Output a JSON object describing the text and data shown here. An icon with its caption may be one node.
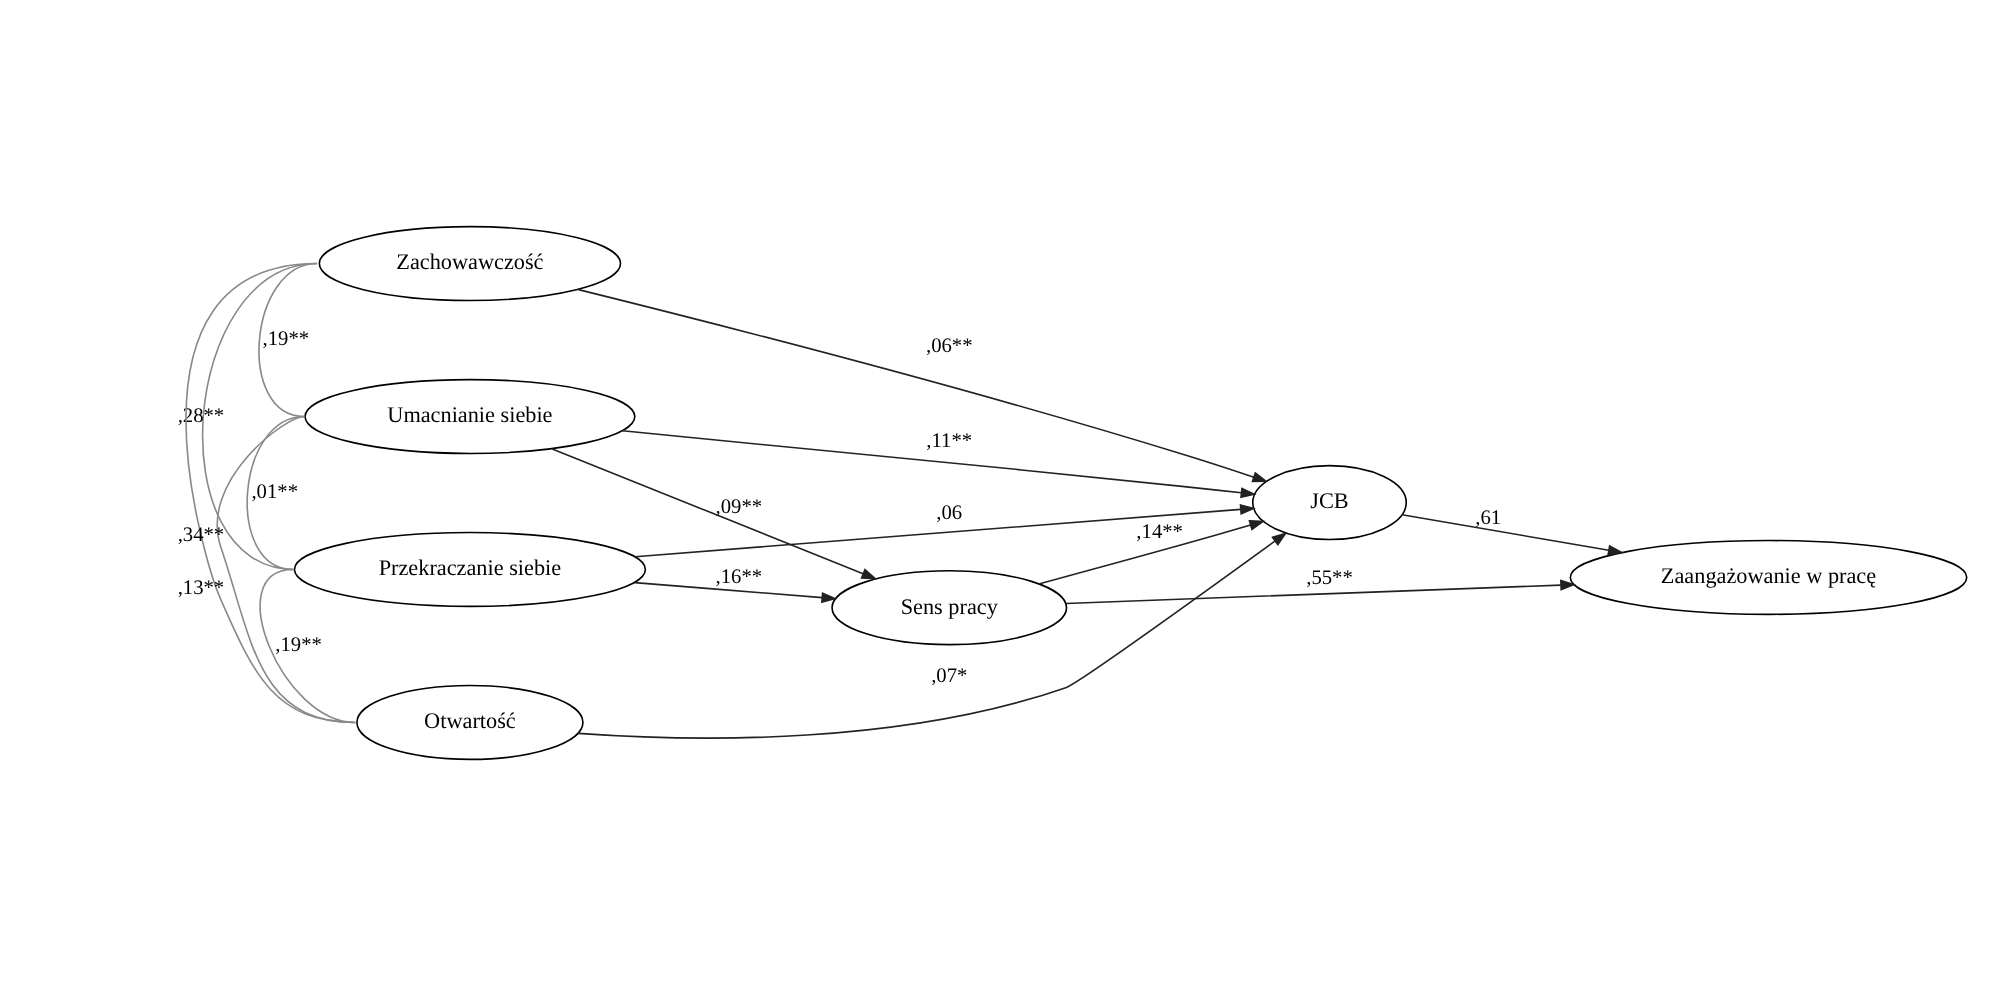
{
  "diagram": {
    "nodes": [
      {
        "text": [
          "Zachowawczość"
        ]
      },
      {
        "text": [
          "Umacnianie siebie"
        ]
      },
      {
        "text": [
          "Przekraczanie siebie"
        ]
      },
      {
        "text": [
          "Otwartość"
        ]
      },
      {
        "text": [
          "Sens pracy"
        ]
      },
      {
        "text": [
          "JCB"
        ]
      },
      {
        "text": [
          "Zaangażowanie w pracę"
        ]
      }
    ],
    "edges": [
      {
        "from": 0,
        "to": 1,
        "arrow": "none",
        "label": ",19**",
        "color": "#888888"
      },
      {
        "from": 0,
        "to": 2,
        "arrow": "none",
        "label": ",28**",
        "color": "#888888"
      },
      {
        "from": 0,
        "to": 3,
        "arrow": "none",
        "label": ",13**",
        "color": "#888888"
      },
      {
        "from": 1,
        "to": 2,
        "arrow": "none",
        "label": ",01**",
        "color": "#888888"
      },
      {
        "from": 1,
        "to": 3,
        "arrow": "none",
        "label": ",34**",
        "color": "#888888"
      },
      {
        "from": 2,
        "to": 3,
        "arrow": "none",
        "label": ",19**",
        "color": "#888888"
      },
      {
        "from": 0,
        "to": 5,
        "arrow": "to",
        "label": ",06**"
      },
      {
        "from": 1,
        "to": 5,
        "arrow": "to",
        "label": ",11**"
      },
      {
        "from": 1,
        "to": 4,
        "arrow": "to",
        "label": ",09**"
      },
      {
        "from": 2,
        "to": 4,
        "arrow": "to",
        "label": ",16**"
      },
      {
        "from": 4,
        "to": 5,
        "arrow": "to",
        "label": ",14**"
      },
      {
        "from": 2,
        "to": 5,
        "arrow": "to",
        "label": ",06"
      },
      {
        "from": 3,
        "to": 5,
        "arrow": "to",
        "label": ",07*"
      },
      {
        "from": 4,
        "to": 6,
        "arrow": "to",
        "label": ",55**"
      },
      {
        "from": 5,
        "to": 6,
        "arrow": "to",
        "label": ",61"
      }
    ]
  }
}
